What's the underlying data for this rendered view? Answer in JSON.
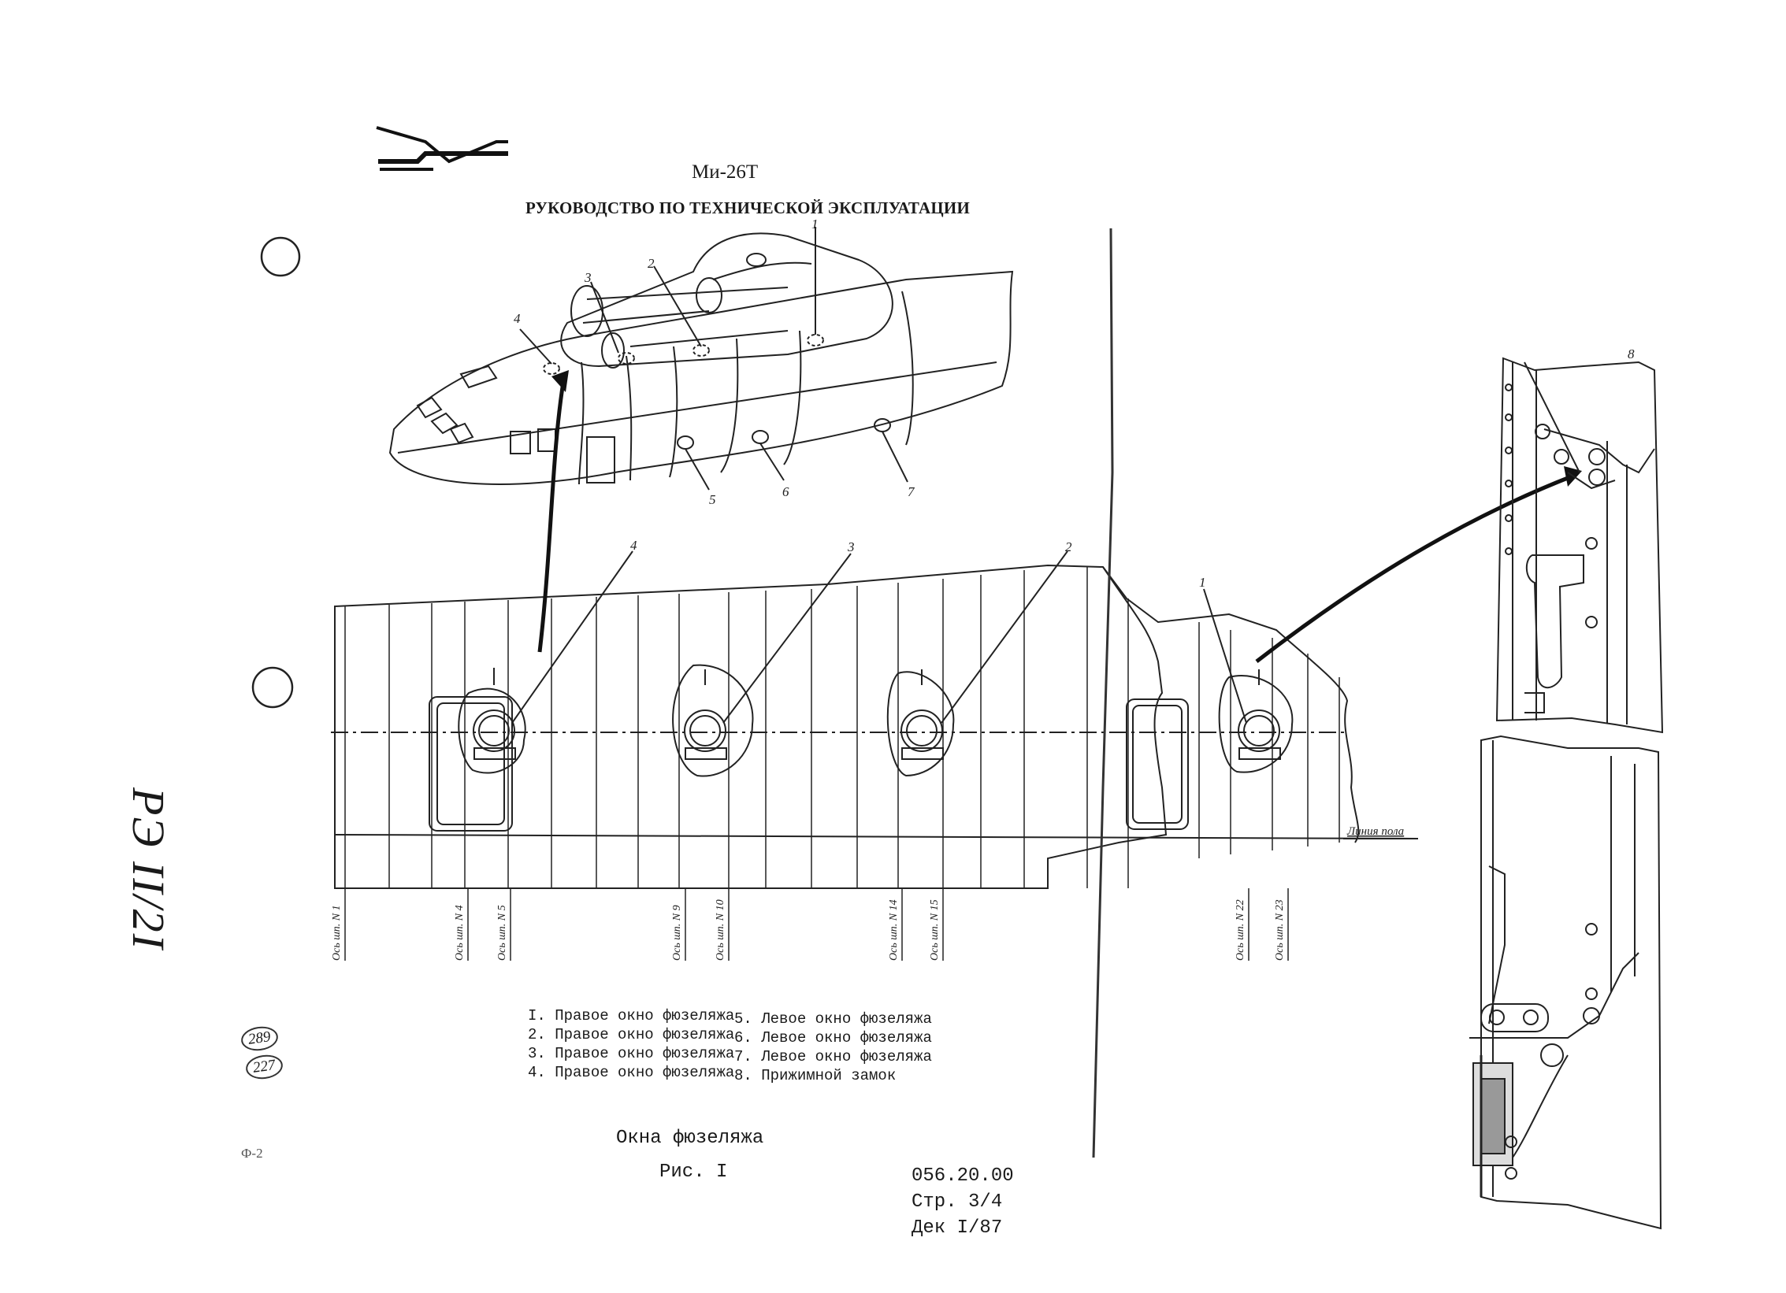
{
  "header": {
    "model": "Ми-26Т",
    "title": "РУКОВОДСТВО ПО ТЕХНИЧЕСКОЙ ЭКСПЛУАТАЦИИ"
  },
  "margin": {
    "vertical_stamp": "РЭ II/2I",
    "left_note": "Ф-2",
    "circled_numbers": [
      "289",
      "227"
    ]
  },
  "callouts": {
    "top_view": [
      "1",
      "2",
      "3",
      "4",
      "5",
      "6",
      "7"
    ],
    "side_view": [
      "1",
      "2",
      "3",
      "4"
    ],
    "detail": "8"
  },
  "floor_line_label": "Линия пола",
  "frame_axes": [
    "Ось шп. N 1",
    "Ось шп. N 4",
    "Ось шп. N 5",
    "Ось шп. N 9",
    "Ось шп. N 10",
    "Ось шп. N 14",
    "Ось шп. N 15",
    "Ось шп. N 22",
    "Ось шп. N 23"
  ],
  "legend": {
    "left": [
      "I. Правое окно фюзеляжа",
      "2. Правое окно фюзеляжа",
      "3. Правое окно фюзеляжа",
      "4. Правое окно фюзеляжа"
    ],
    "right": [
      "5. Левое окно фюзеляжа",
      "6. Левое окно фюзеляжа",
      "7. Левое окно фюзеляжа",
      "8. Прижимной замок"
    ]
  },
  "caption": {
    "title": "Окна фюзеляжа",
    "figure": "Рис. I"
  },
  "doc_info": {
    "code": "056.20.00",
    "page": "Стр. 3/4",
    "date": "Дек I/87"
  }
}
